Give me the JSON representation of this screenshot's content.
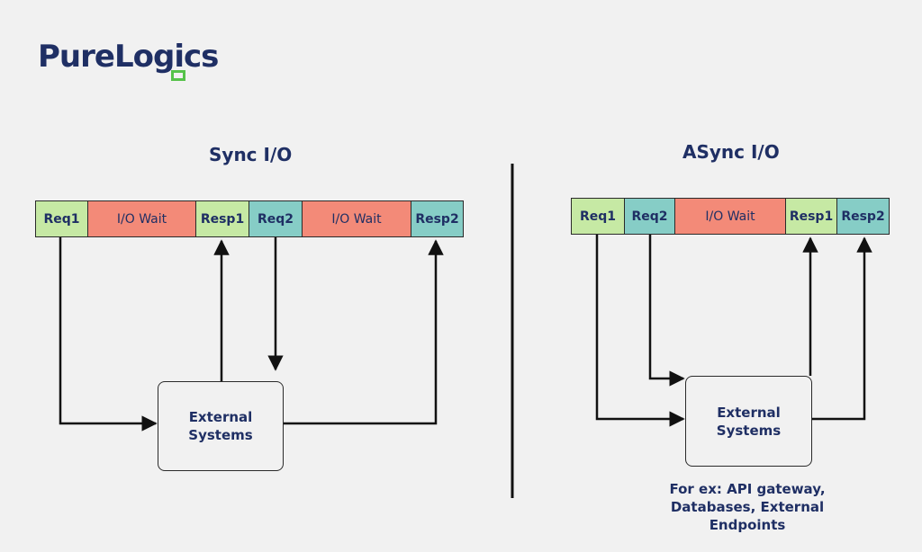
{
  "brand": {
    "logo_text": "PureLogics"
  },
  "sync": {
    "title": "Sync I/O",
    "segments": [
      "Req1",
      "I/O Wait",
      "Resp1",
      "Req2",
      "I/O Wait",
      "Resp2"
    ],
    "system_line1": "External",
    "system_line2": "Systems"
  },
  "async": {
    "title": "ASync I/O",
    "segments": [
      "Req1",
      "Req2",
      "I/O Wait",
      "Resp1",
      "Resp2"
    ],
    "system_line1": "External",
    "system_line2": "Systems",
    "note_line1": "For ex: API gateway,",
    "note_line2": "Databases, External",
    "note_line3": "Endpoints"
  },
  "colors": {
    "request_green": "#c6e9a4",
    "response_teal": "#86cdc6",
    "wait_red": "#f38a78",
    "text_navy": "#1f2f64",
    "logo_green": "#55c24a"
  }
}
